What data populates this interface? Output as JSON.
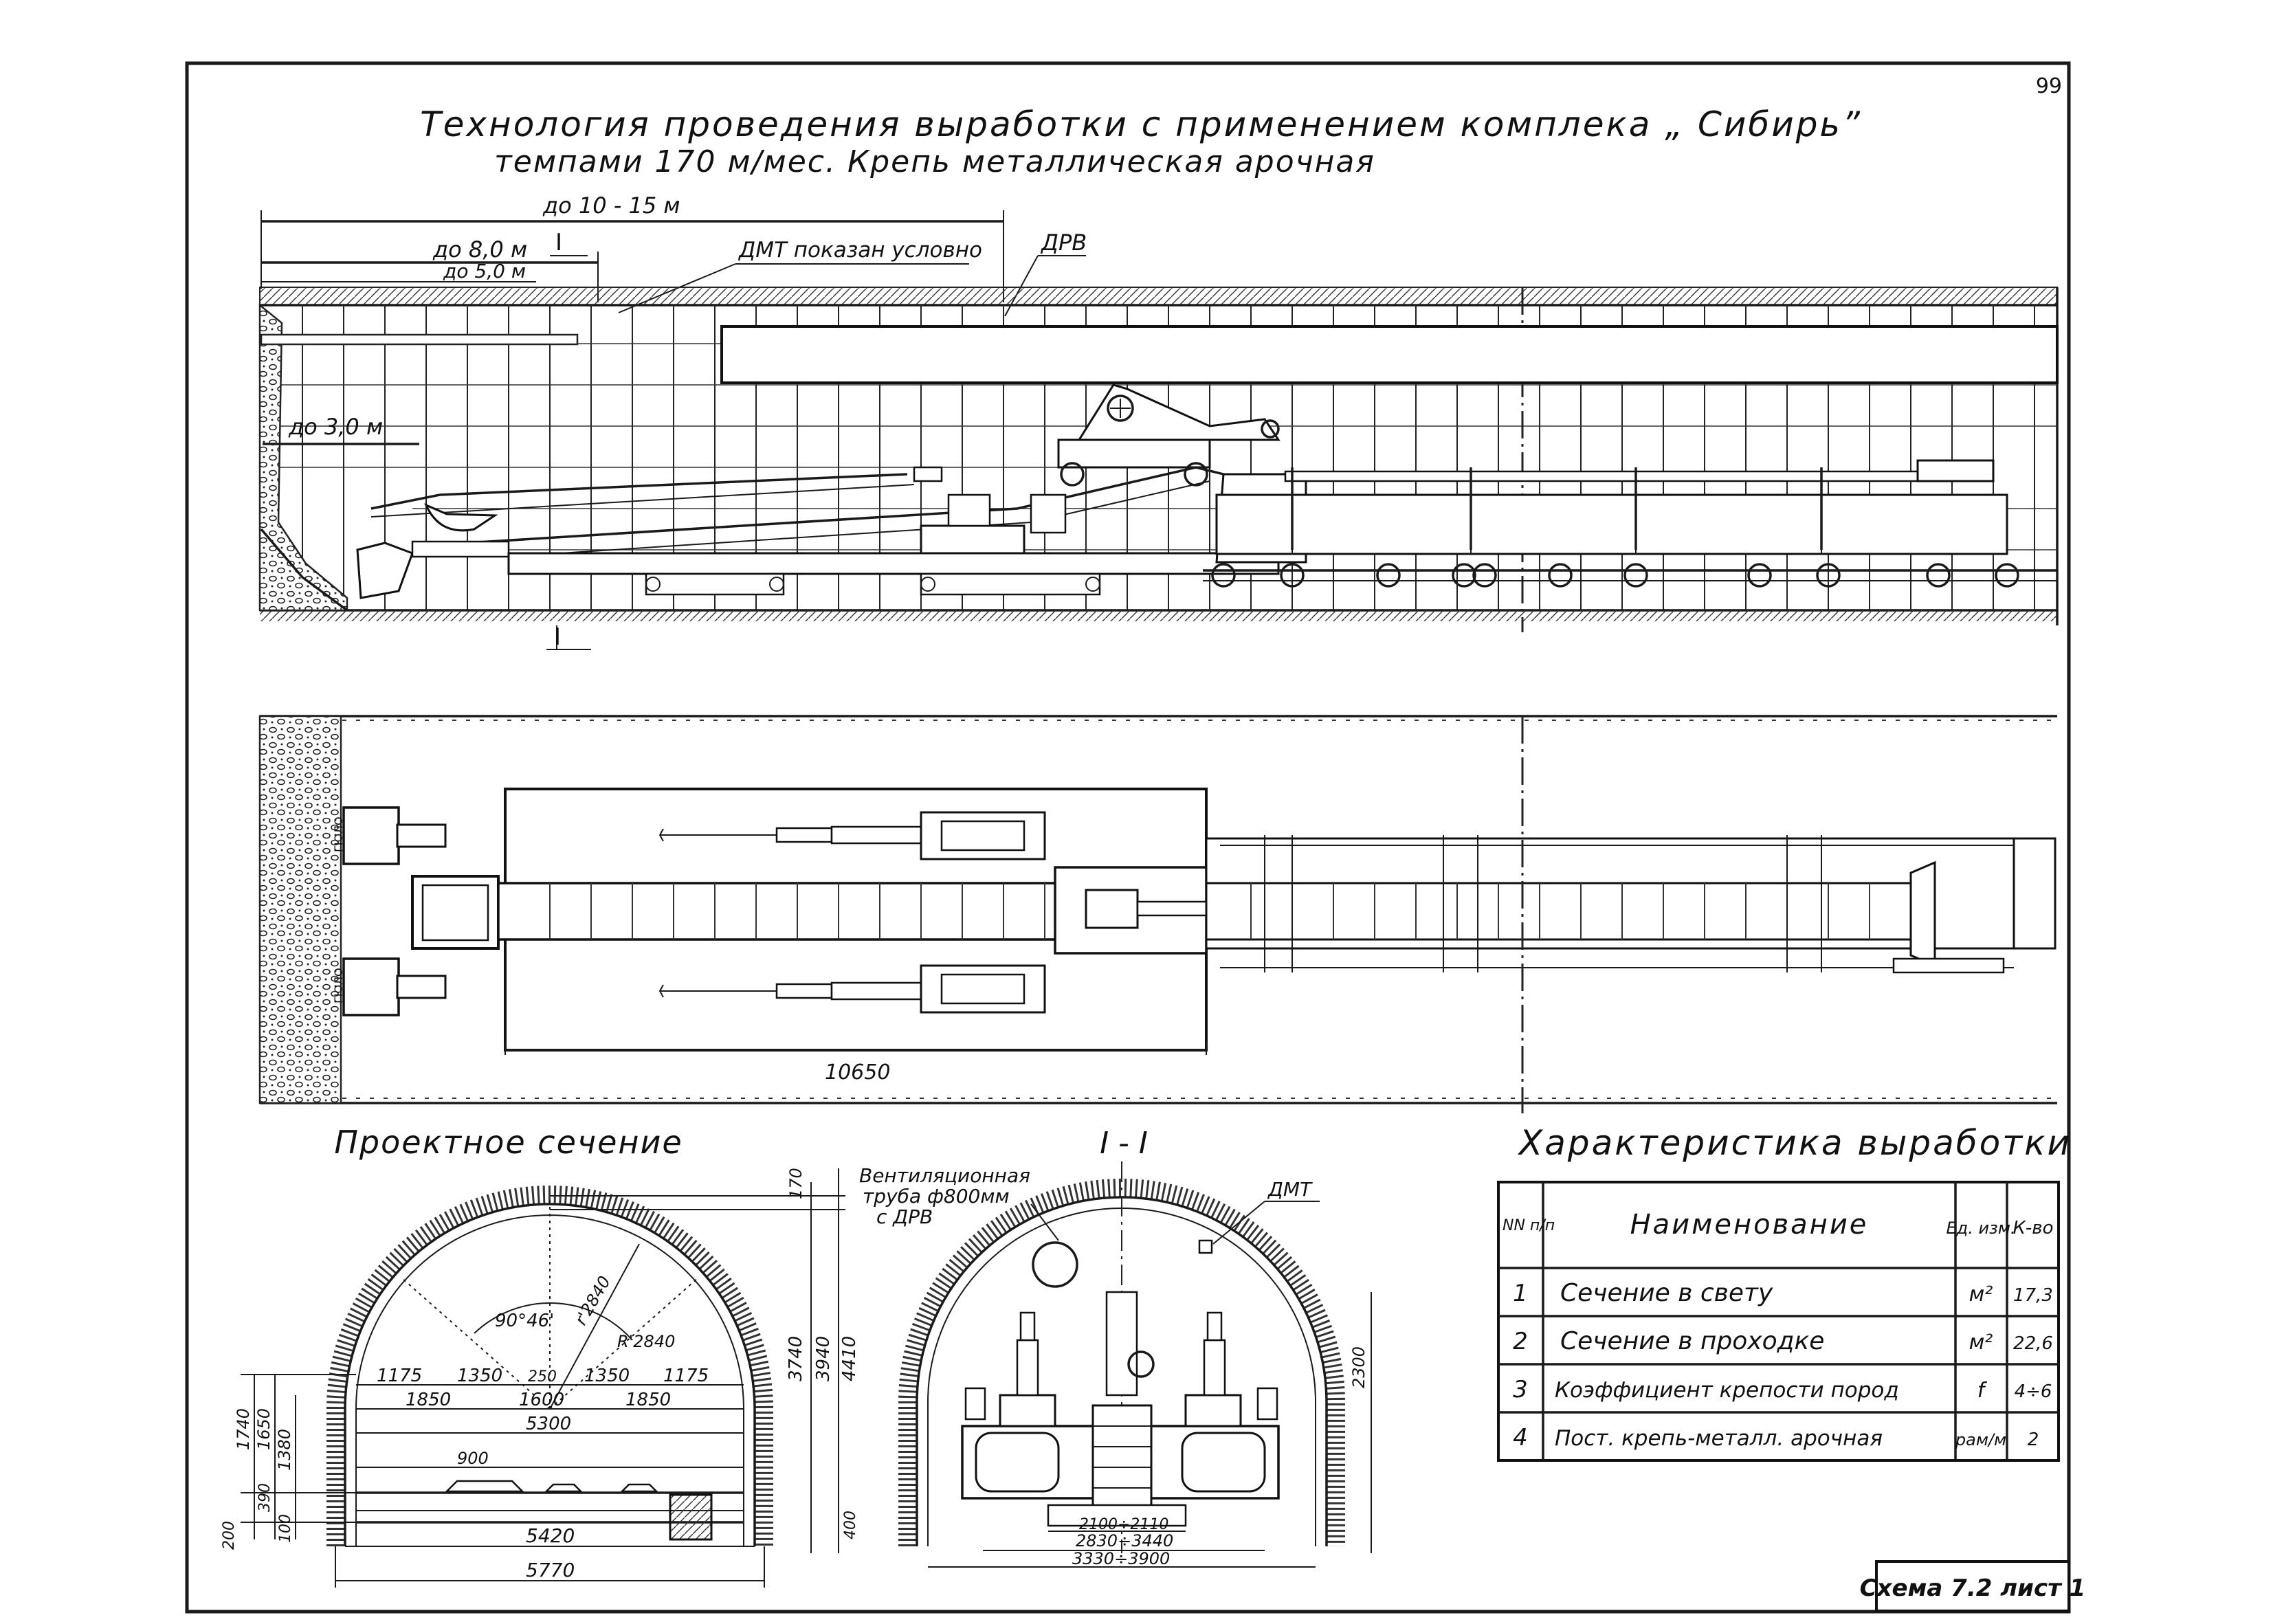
{
  "page_number": "99",
  "title": {
    "line1": "Технология проведения выработки с применением комплека „ Сибирь”",
    "line2": "темпами 170 м/мес. Крепь металлическая арочная"
  },
  "side_view": {
    "dims": {
      "up_to_10_15": "до 10 - 15 м",
      "up_to_8": "до 8,0 м",
      "up_to_5": "до 5,0 м",
      "up_to_3": "до 3,0 м"
    },
    "section_mark": "I",
    "labels": {
      "dmt_note": "ДМТ показан условно",
      "drv": "ДРВ"
    }
  },
  "plan_view": {
    "length_dim": "10650",
    "cutter_label": "ГЮЛО"
  },
  "design_section": {
    "title": "Проектное сечение",
    "dims": {
      "d170": "170",
      "d3740": "3740",
      "d3940": "3940",
      "d4410": "4410",
      "d400": "400",
      "angle": "90°46'",
      "r2840a": "r'2840",
      "r2840b": "R'2840",
      "d1175a": "1175",
      "d1350a": "1350",
      "d250": "250",
      "d1350b": "1350",
      "d1175b": "1175",
      "d1850a": "1850",
      "d1600": "1600",
      "d1850b": "1850",
      "d5300": "5300",
      "d900": "900",
      "d1740": "1740",
      "d1650": "1650",
      "d1380": "1380",
      "d390": "390",
      "d200": "200",
      "d100": "100",
      "d5420": "5420",
      "d5770": "5770"
    }
  },
  "section_1_1": {
    "title": "I - I",
    "vent_label_1": "Вентиляционная",
    "vent_label_2": "труба ф800мм",
    "vent_label_3": "с ДРВ",
    "dmt": "ДМТ",
    "dims": {
      "d2300": "2300",
      "d2100": "2100÷2110",
      "d2830": "2830÷3440",
      "d3330": "3330÷3900"
    }
  },
  "characteristics": {
    "title": "Характеристика выработки",
    "headers": {
      "num": "NN п/п",
      "name": "Наименование",
      "unit": "Ед. изм.",
      "value": "К-во"
    },
    "rows": [
      {
        "num": "1",
        "name": "Сечение в свету",
        "unit": "м²",
        "value": "17,3"
      },
      {
        "num": "2",
        "name": "Сечение в проходке",
        "unit": "м²",
        "value": "22,6"
      },
      {
        "num": "3",
        "name": "Коэффициент крепости пород",
        "unit": "f",
        "value": "4÷6"
      },
      {
        "num": "4",
        "name": "Пост. крепь-металл. арочная",
        "unit": "рам/м",
        "value": "2"
      }
    ]
  },
  "stamp": "Схема 7.2 лист 1"
}
